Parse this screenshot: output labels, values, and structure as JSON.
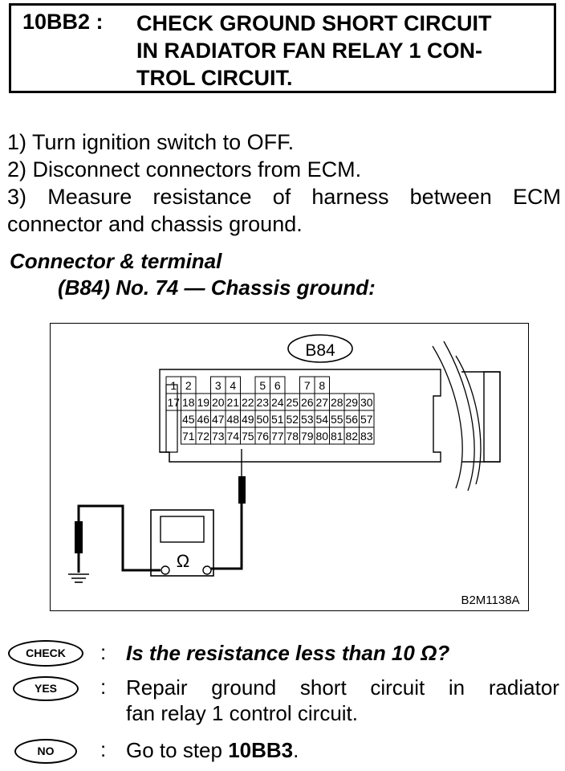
{
  "header": {
    "step_code": "10BB2 :",
    "title_lines": [
      "CHECK GROUND SHORT CIRCUIT",
      "IN RADIATOR FAN RELAY 1 CON-",
      "TROL CIRCUIT."
    ]
  },
  "instructions": {
    "line1": "1)  Turn ignition switch to OFF.",
    "line2": "2)  Disconnect connectors from ECM.",
    "line3_words": [
      "3)",
      "Measure",
      "resistance",
      "of",
      "harness",
      "between",
      "ECM"
    ],
    "line4": "connector and chassis ground."
  },
  "connector": {
    "label": "Connector & terminal",
    "value": "(B84) No. 74 — Chassis ground:"
  },
  "figure": {
    "connector_name": "B84",
    "row1": [
      "1",
      "2",
      "",
      "3",
      "4",
      "",
      "5",
      "6",
      "",
      "7",
      "8",
      ""
    ],
    "row2": [
      "17",
      "18",
      "19",
      "20",
      "21",
      "22",
      "23",
      "24",
      "25",
      "26",
      "27",
      "28",
      "29",
      "30"
    ],
    "row3": [
      "45",
      "46",
      "47",
      "48",
      "49",
      "50",
      "51",
      "52",
      "53",
      "54",
      "55",
      "56",
      "57"
    ],
    "row4": [
      "71",
      "72",
      "73",
      "74",
      "75",
      "76",
      "77",
      "78",
      "79",
      "80",
      "81",
      "82",
      "83"
    ],
    "meter_symbol": "Ω",
    "figure_code": "B2M1138A"
  },
  "results": {
    "check_badge": "CHECK",
    "check_text": "Is the resistance less than 10 Ω?",
    "yes_badge": "YES",
    "yes_line1_words": [
      "Repair",
      "ground",
      "short",
      "circuit",
      "in",
      "radiator"
    ],
    "yes_line2": "fan relay 1 control circuit.",
    "no_badge": "NO",
    "no_prefix": "Go to step ",
    "no_step": "10BB3",
    "no_suffix": "."
  }
}
